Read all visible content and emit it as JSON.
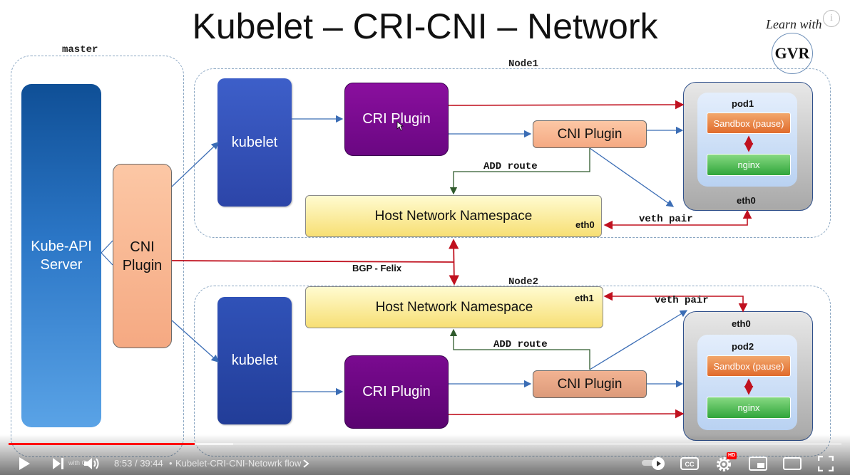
{
  "slide": {
    "title": "Kubelet – CRI-CNI – Network",
    "logo_line1": "Learn with",
    "logo_line2": "GVR",
    "master_label": "master",
    "node1_label": "Node1",
    "node2_label": "Node2",
    "kube_api_line1": "Kube-API",
    "kube_api_line2": "Server",
    "master_cni_line1": "CNI",
    "master_cni_line2": "Plugin",
    "kubelet": "kubelet",
    "cri_plugin": "CRI Plugin",
    "cni_plugin": "CNI Plugin",
    "host_ns": "Host Network Namespace",
    "add_route": "ADD route",
    "veth_pair": "veth pair",
    "bgp": "BGP - Felix",
    "eth0": "eth0",
    "eth1": "eth1",
    "pod1": "pod1",
    "pod2": "pod2",
    "sandbox": "Sandbox (pause)",
    "nginx": "nginx"
  },
  "player": {
    "time_current": "8:53",
    "time_separator": "/",
    "time_total": "39:44",
    "chapter": "Kubelet-CRI-CNI-Netowrk flow",
    "hd_badge": "HD",
    "overlay_text": "with G",
    "progress_fraction": 0.2237,
    "buffered_fraction": 0.27
  },
  "colors": {
    "progress": "#ff0000",
    "red_arrow": "#c0111f",
    "blue_arrow": "#3b6db5",
    "green_arrow": "#2f5a2c"
  },
  "icons": [
    "play-icon",
    "next-icon",
    "volume-icon",
    "autoplay-toggle",
    "captions-icon",
    "settings-icon",
    "miniplayer-icon",
    "theater-icon",
    "fullscreen-icon",
    "info-icon",
    "chevron-right-icon"
  ]
}
